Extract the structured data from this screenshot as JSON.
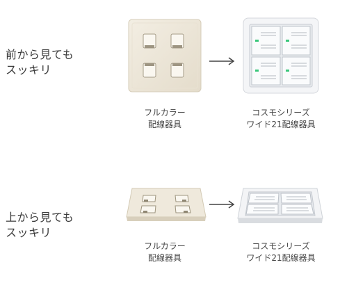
{
  "rows": [
    {
      "heading_line1": "前から見ても",
      "heading_line2": "スッキリ",
      "left_caption_line1": "フルカラー",
      "left_caption_line2": "配線器具",
      "right_caption_line1": "コスモシリーズ",
      "right_caption_line2": "ワイド21配線器具"
    },
    {
      "heading_line1": "上から見ても",
      "heading_line2": "スッキリ",
      "left_caption_line1": "フルカラー",
      "left_caption_line2": "配線器具",
      "right_caption_line1": "コスモシリーズ",
      "right_caption_line2": "ワイド21配線器具"
    }
  ],
  "colors": {
    "ivory_plate": "#efe9dc",
    "white_plate": "#f7f8fa",
    "indicator_green": "#39c77a",
    "arrow": "#444444"
  },
  "icons": [
    "arrow-right-icon",
    "full-color-switch-photo",
    "cosmo-wide21-switch-photo"
  ]
}
